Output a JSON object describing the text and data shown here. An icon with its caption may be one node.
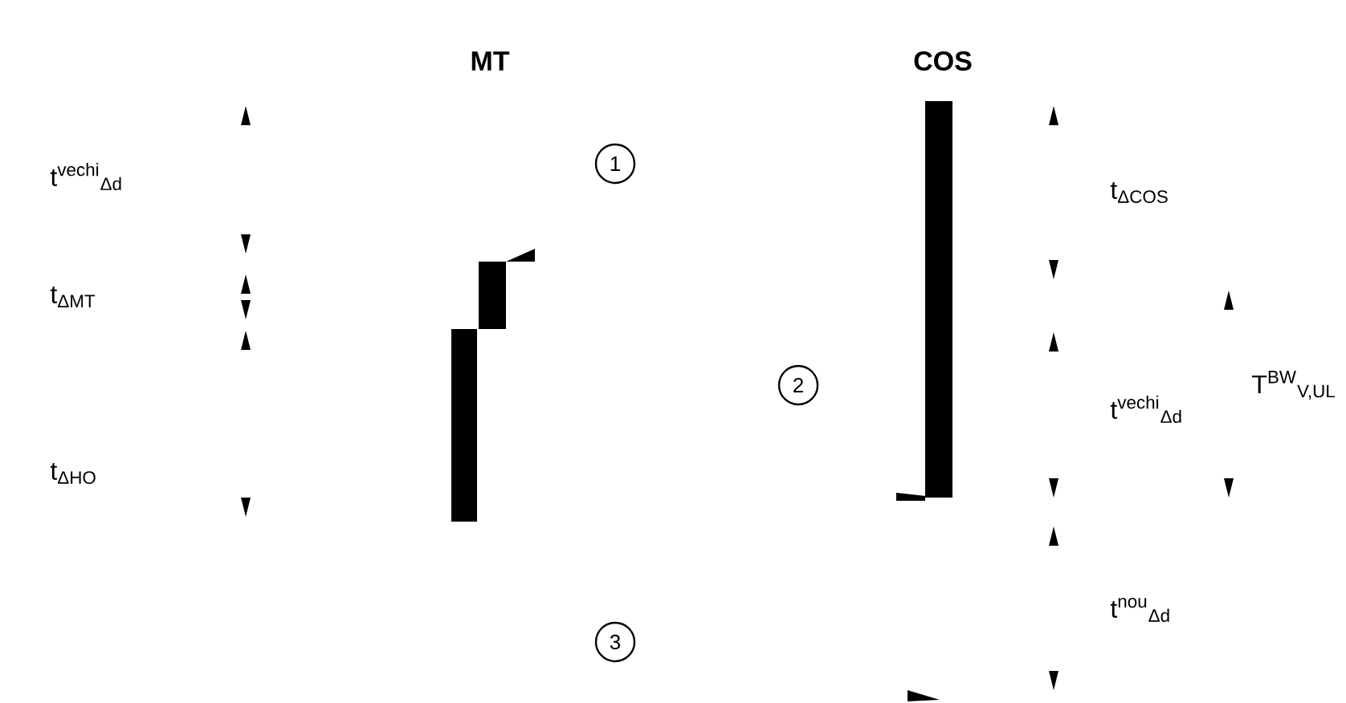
{
  "diagram": {
    "nodes": [
      {
        "text": [
          "1"
        ]
      },
      {
        "text": [
          "2"
        ]
      },
      {
        "text": [
          "3"
        ]
      }
    ],
    "labels": [
      "MT",
      "COS",
      "t$^{vechi}$$_{Δd}$",
      "t$_{ΔMT}$",
      "t$_{ΔHO}$",
      "t$_{ΔCOS}$",
      "t$^{vechi}$$_{Δd}$",
      "T$^{BW}$$_{V,UL}$",
      "t$^{nou}$$_{Δd}$"
    ]
  }
}
